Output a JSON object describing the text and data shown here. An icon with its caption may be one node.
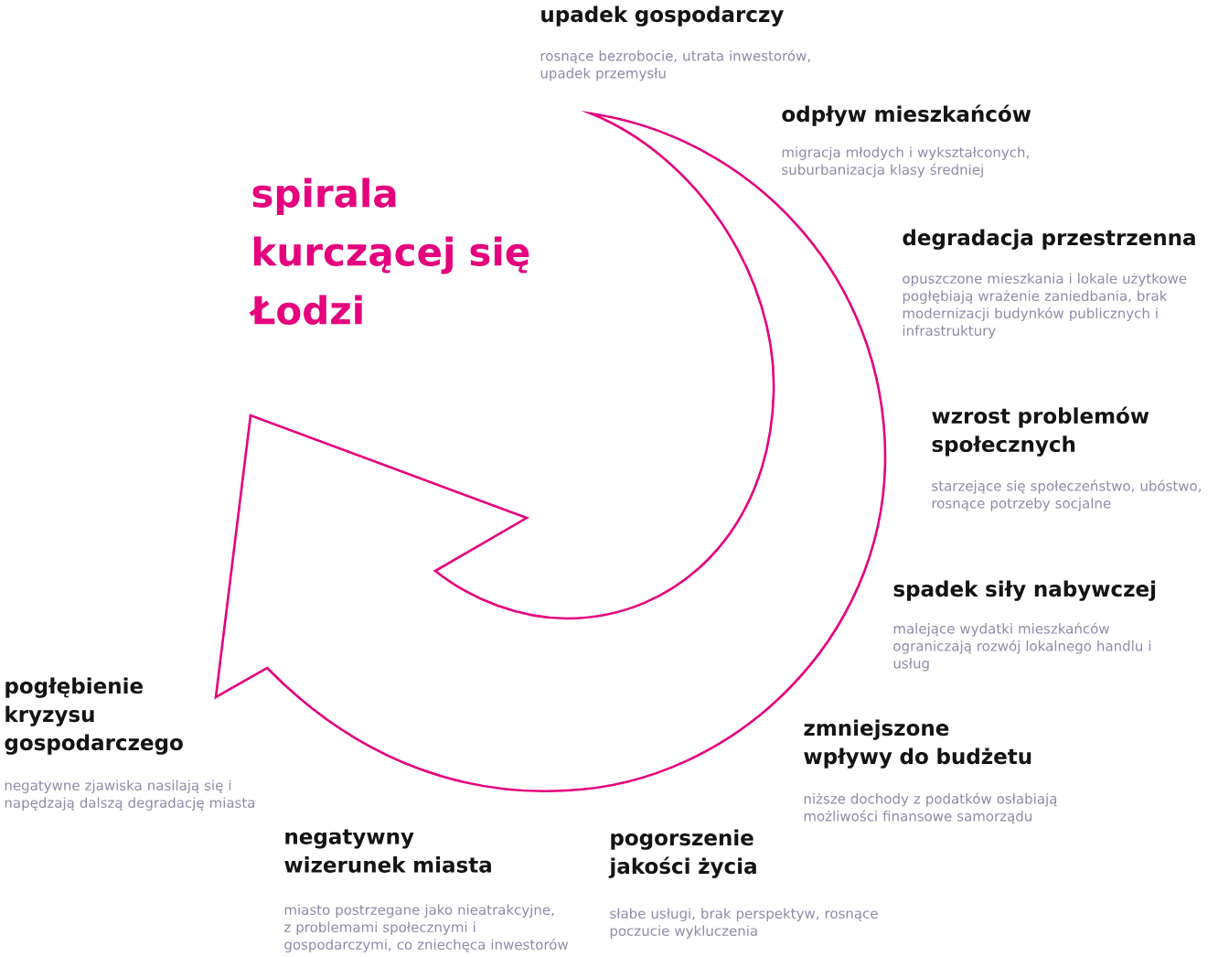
{
  "diagram": {
    "title": "spirala kurczącej się Łodzi",
    "labels": [
      "upadek gospodarczy",
      "rosnące bezrobocie, utrata inwestorów, upadek przemysłu",
      "odpływ mieszkańców",
      "migracja młodych i wykształconych, suburbanizacja klasy średniej",
      "degradacja przestrzenna",
      "opuszczone mieszkania i lokale użytkowe pogłębiają wrażenie zaniedbania, brak modernizacji budynków publicznych i infrastruktury",
      "wzrost problemów społecznych",
      "starzejące się społeczeństwo, ubóstwo, rosnące potrzeby socjalne",
      "spadek siły nabywczej",
      "malejące wydatki mieszkańców ograniczają rozwój lokalnego handlu i usług",
      "zmniejszone wpływy do budżetu",
      "niższe dochody z podatków osłabiają możliwości finansowe samorządu",
      "pogorszenie jakości życia",
      "słabe usługi, brak perspektyw, rosnące poczucie wykluczenia",
      "negatywny wizerunek miasta",
      "miasto postrzegane jako nieatrakcyjne, z problemami społecznymi i gospodarczymi, co zniechęca inwestorów",
      "pogłębienie kryzysu gospodarczego",
      "negatywne zjawiska nasilają się i napędzają dalszą degradację miasta"
    ]
  }
}
